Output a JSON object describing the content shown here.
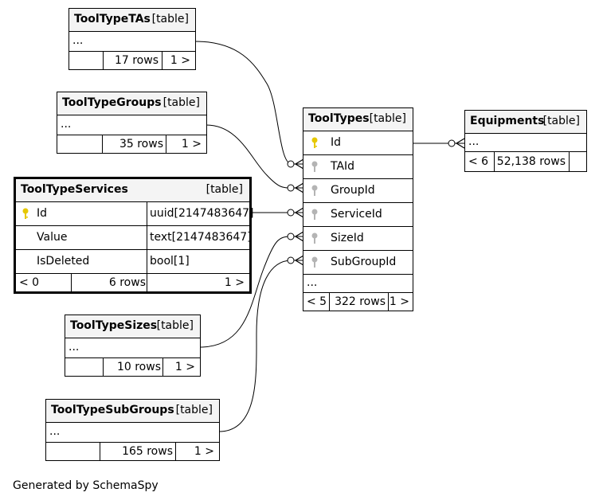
{
  "colors": {
    "primary_key": "#e6c800",
    "foreign_key": "#b4b4b4",
    "header_bg": "#f4f4f4"
  },
  "footer": "Generated by SchemaSpy",
  "tables": {
    "tooltypetas": {
      "name": "ToolTypeTAs",
      "type": "[table]",
      "ellipsis": "...",
      "rows": "17 rows",
      "children": "1 >"
    },
    "tooltypegroups": {
      "name": "ToolTypeGroups",
      "type": "[table]",
      "ellipsis": "...",
      "rows": "35 rows",
      "children": "1 >"
    },
    "tooltypeservices": {
      "name": "ToolTypeServices",
      "type": "[table]",
      "columns": [
        {
          "name": "Id",
          "type": "uuid[2147483647]",
          "icon": "primary-key-icon"
        },
        {
          "name": "Value",
          "type": "text[2147483647]"
        },
        {
          "name": "IsDeleted",
          "type": "bool[1]"
        }
      ],
      "parents": "< 0",
      "rows": "6 rows",
      "children": "1 >"
    },
    "tooltypesizes": {
      "name": "ToolTypeSizes",
      "type": "[table]",
      "ellipsis": "...",
      "rows": "10 rows",
      "children": "1 >"
    },
    "tooltypesubgroups": {
      "name": "ToolTypeSubGroups",
      "type": "[table]",
      "ellipsis": "...",
      "rows": "165 rows",
      "children": "1 >"
    },
    "tooltypes": {
      "name": "ToolTypes",
      "type": "[table]",
      "columns": [
        {
          "name": "Id",
          "icon": "primary-key-icon"
        },
        {
          "name": "TAId",
          "icon": "foreign-key-icon"
        },
        {
          "name": "GroupId",
          "icon": "foreign-key-icon"
        },
        {
          "name": "ServiceId",
          "icon": "foreign-key-icon"
        },
        {
          "name": "SizeId",
          "icon": "foreign-key-icon"
        },
        {
          "name": "SubGroupId",
          "icon": "foreign-key-icon"
        }
      ],
      "ellipsis": "...",
      "parents": "< 5",
      "rows": "322 rows",
      "children": "1 >"
    },
    "equipments": {
      "name": "Equipments",
      "type": "[table]",
      "ellipsis": "...",
      "parents": "< 6",
      "rows": "52,138 rows"
    }
  }
}
